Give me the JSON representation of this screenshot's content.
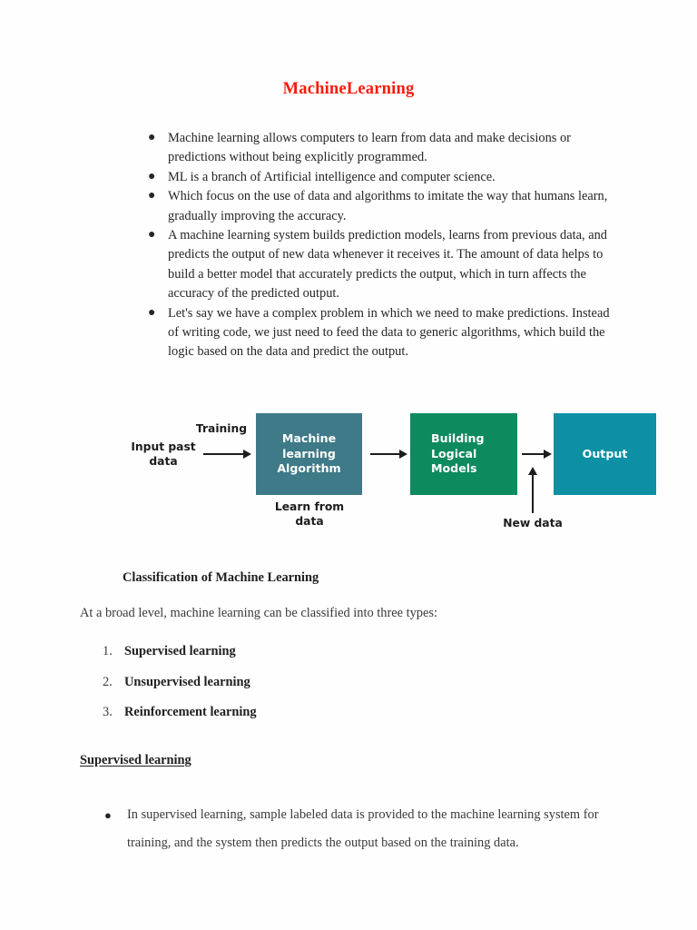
{
  "document": {
    "title": "MachineLearning",
    "title_color": "#f81b0a"
  },
  "intro_bullets": [
    {
      "bullet": "●",
      "text": "Machine learning allows computers to learn from data and make decisions or predictions without being explicitly programmed."
    },
    {
      "bullet": "●",
      "text": "ML is a branch of Artificial intelligence and computer science."
    },
    {
      "bullet": "●",
      "text": "Which focus on the use of data and algorithms to imitate the way that humans learn, gradually improving the accuracy."
    },
    {
      "bullet": "●",
      "text": "A machine learning system builds prediction models, learns from previous data, and predicts the output of new data whenever it receives it. The amount of data helps to build a better model that accurately predicts the output, which in turn affects the accuracy of the predicted output."
    },
    {
      "bullet": "●",
      "text": "Let's say we have a complex problem in which we need to make predictions. Instead of writing code, we just need to feed the data to generic algorithms, which build the logic based on the data and predict the output."
    }
  ],
  "diagram": {
    "input_label": "Input past\ndata",
    "training_label": "Training",
    "learn_label": "Learn from\ndata",
    "new_data_label": "New data",
    "boxes": [
      {
        "name": "algorithm",
        "text": "Machine learning\nAlgorithm",
        "color": "#3e7a87"
      },
      {
        "name": "models",
        "text": "Building\nLogical\nModels",
        "color": "#0e8a5f"
      },
      {
        "name": "output",
        "text": "Output",
        "color": "#0d90a4"
      }
    ]
  },
  "classification": {
    "heading": "Classification of Machine Learning",
    "intro": "At a broad level, machine learning can be classified into three types:",
    "types": [
      {
        "number": "1.",
        "label": "Supervised learning"
      },
      {
        "number": "2.",
        "label": "Unsupervised learning"
      },
      {
        "number": "3.",
        "label": "Reinforcement learning"
      }
    ]
  },
  "supervised": {
    "heading": "Supervised learning",
    "bullets": [
      {
        "bullet": "●",
        "text": "In supervised learning, sample labeled data is provided to the machine learning system for training, and the system then predicts the output based on the training data."
      }
    ]
  }
}
